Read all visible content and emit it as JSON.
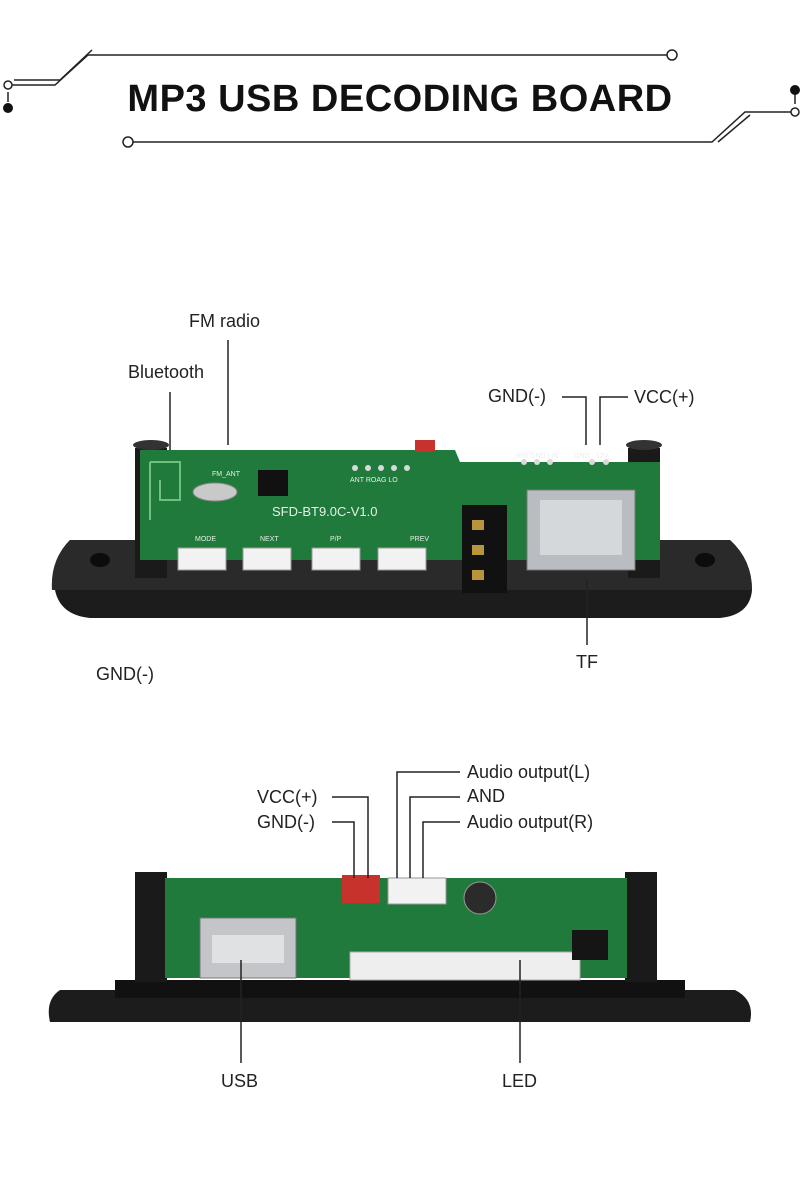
{
  "title": "MP3 USB DECODING BOARD",
  "colors": {
    "pcb": "#1f7a3c",
    "case": "#1a1a1a",
    "connector_red": "#c8322d",
    "connector_white": "#f2f2f2",
    "leader_line": "#222222"
  },
  "top_board": {
    "silkscreen": {
      "model": "SFD-BT9.0C-V1.0",
      "fm_ant": "FM_ANT",
      "audio_pins": "ANT ROAG LO",
      "top_right_pins": "RIN GND LIN",
      "gnd": "GND",
      "v12": "12V",
      "mode": "MODE",
      "next": "NEXT",
      "pp": "P/P",
      "prev": "PREV"
    },
    "labels": {
      "fm_radio": "FM radio",
      "bluetooth": "Bluetooth",
      "gnd_minus": "GND(-)",
      "vcc_plus": "VCC(+)",
      "tf": "TF",
      "gnd_minus_left": "GND(-)"
    }
  },
  "bottom_board": {
    "labels": {
      "audio_output_l": "Audio output(L)",
      "and": "AND",
      "audio_output_r": "Audio output(R)",
      "vcc_plus": "VCC(+)",
      "gnd_minus": "GND(-)",
      "usb": "USB",
      "led": "LED"
    }
  }
}
